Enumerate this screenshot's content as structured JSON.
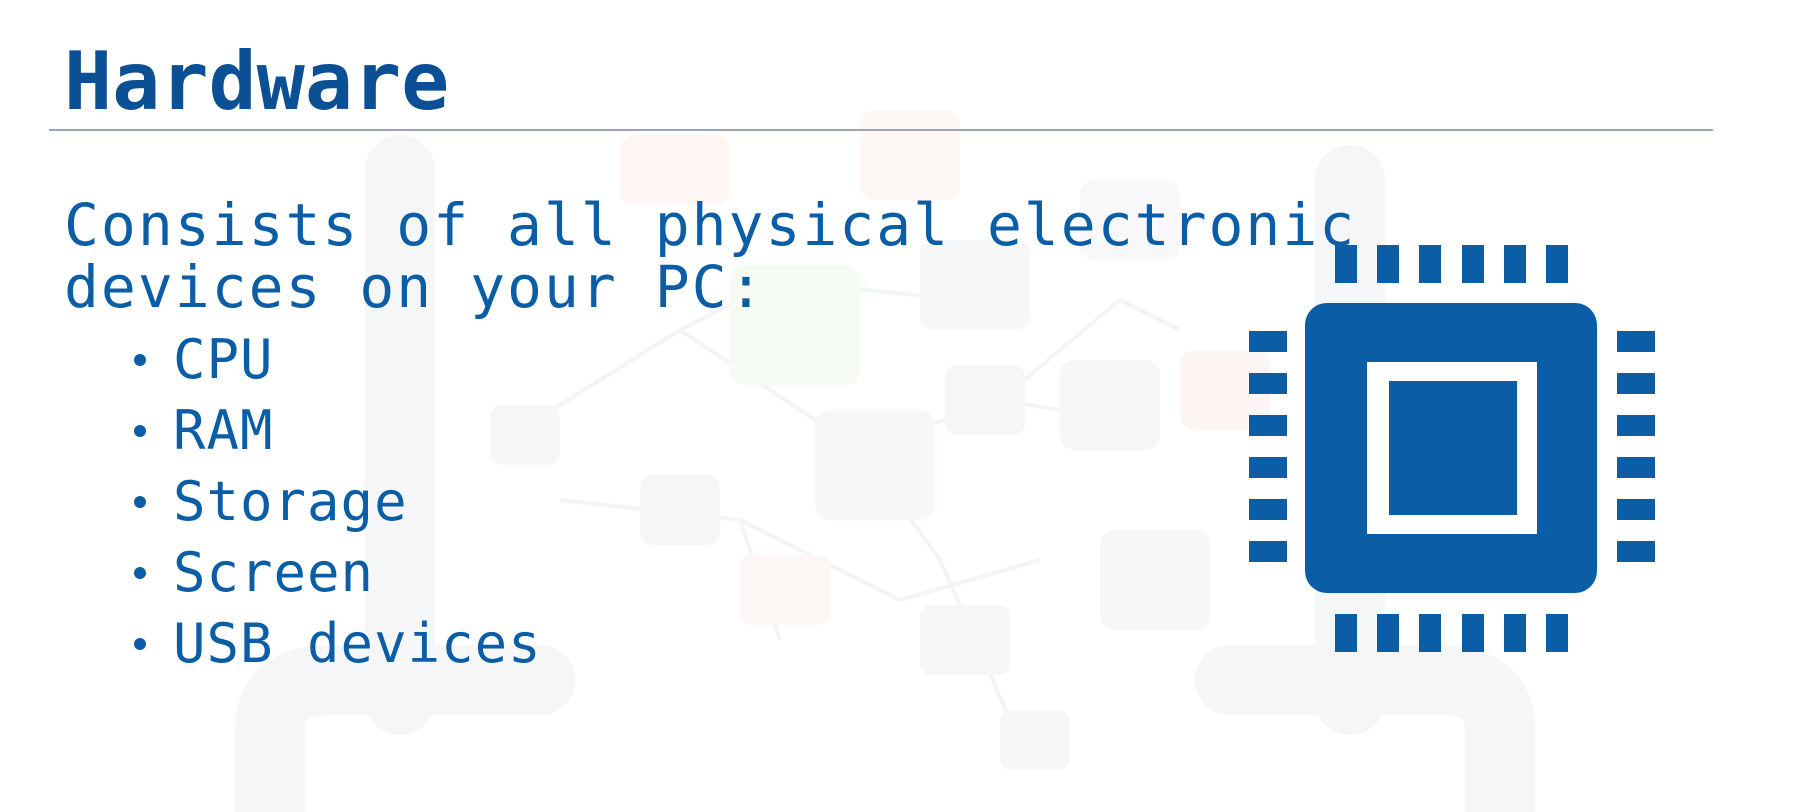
{
  "slide": {
    "title": "Hardware",
    "intro_lines": [
      "Consists of all physical electronic",
      "devices on your PC:"
    ],
    "bullets": [
      "CPU",
      "RAM",
      "Storage",
      "Screen",
      "USB devices"
    ]
  },
  "illustration": {
    "icon": "cpu-chip-icon",
    "color": "#0b5ea6"
  },
  "colors": {
    "title": "#0b4f94",
    "text": "#0b5ea6",
    "rule": "#9aa6b8"
  }
}
